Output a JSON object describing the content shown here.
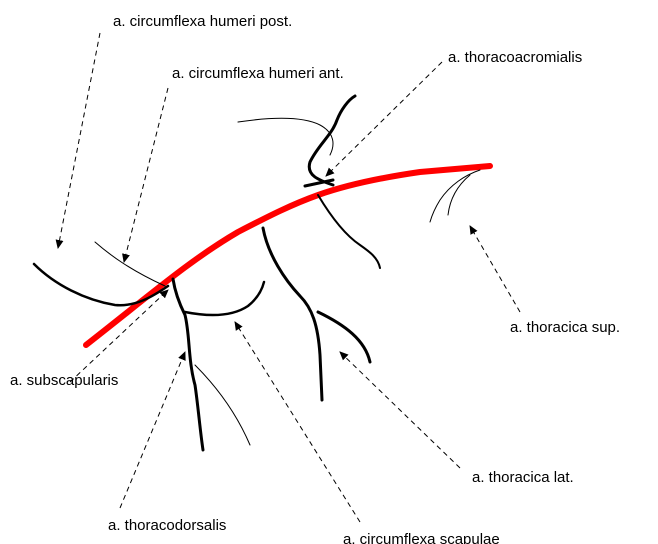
{
  "diagram": {
    "colors": {
      "artery_main": "#ff0000",
      "branch": "#000000",
      "background": "#ffffff"
    },
    "labels": {
      "circumflexa_post": "a. circumflexa humeri post.",
      "circumflexa_ant": "a. circumflexa humeri ant.",
      "thoracoacromialis": "a. thoracoacromialis",
      "thoracica_sup": "a. thoracica sup.",
      "subscapularis": "a. subscapularis",
      "thoracica_lat": "a. thoracica lat.",
      "thoracodorsalis": "a. thoracodorsalis",
      "circumflexa_scapulae": "a. circumflexa scapulae"
    }
  }
}
